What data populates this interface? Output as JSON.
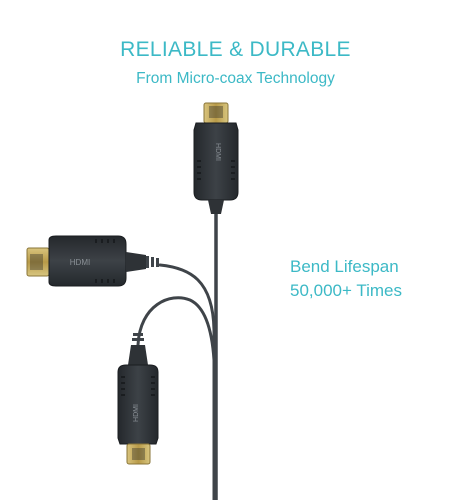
{
  "header": {
    "title": "RELIABLE & DURABLE",
    "subtitle": "From Micro-coax Technology"
  },
  "feature": {
    "line1": "Bend Lifespan",
    "line2": "50,000+ Times"
  },
  "connectors": {
    "logo_text": "HDMI"
  },
  "colors": {
    "accent": "#3cb9c6",
    "cable": "#3f4449",
    "connector_body": "#2e3236",
    "gold": "#b8a25a"
  }
}
